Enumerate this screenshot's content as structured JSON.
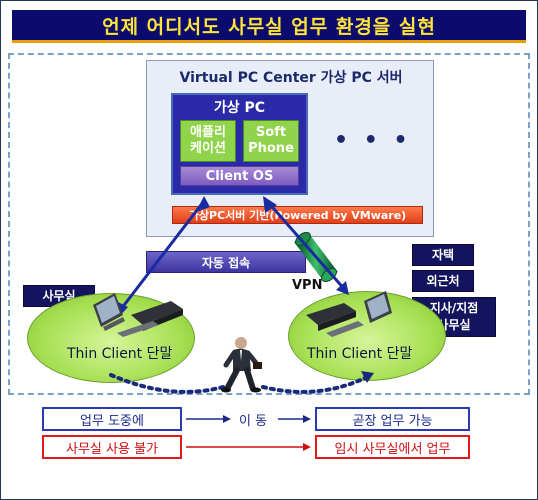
{
  "title": "언제 어디서도 사무실 업무 환경을 실현",
  "server": {
    "title": "Virtual PC Center 가상 PC 서버",
    "vpc_title": "가상 PC",
    "app_tile": "애플리\n케이션",
    "phone_tile": "Soft\nPhone",
    "client_os": "Client OS",
    "ellipsis": "• • •",
    "base_label": "가상PC서버 기반(Powered by VMware)"
  },
  "auto_connect": "자동 접속",
  "vpn": "VPN",
  "locations": {
    "office": "사무실",
    "home": "자택",
    "offsite": "외근처",
    "branch": "지사/지점\n사무실"
  },
  "thin_client": {
    "left": "Thin Client 단말",
    "right": "Thin Client 단말"
  },
  "flow": {
    "working": "업무 도중에",
    "move": "이 동",
    "ready": "곧장 업무 가능",
    "unavailable": "사무실 사용 불가",
    "temporary": "임시 사무실에서 업무"
  },
  "colors": {
    "title_bg": "#0b0b6e",
    "title_text": "#ffe43a",
    "vpc_box": "#2a2aa8",
    "tile_green": "#8fd44a",
    "base_bar": "#e0401a",
    "location_box": "#14145e",
    "ellipse_green": "#a6df52",
    "flow_blue": "#2a3ab0",
    "flow_red": "#e01a1a"
  }
}
